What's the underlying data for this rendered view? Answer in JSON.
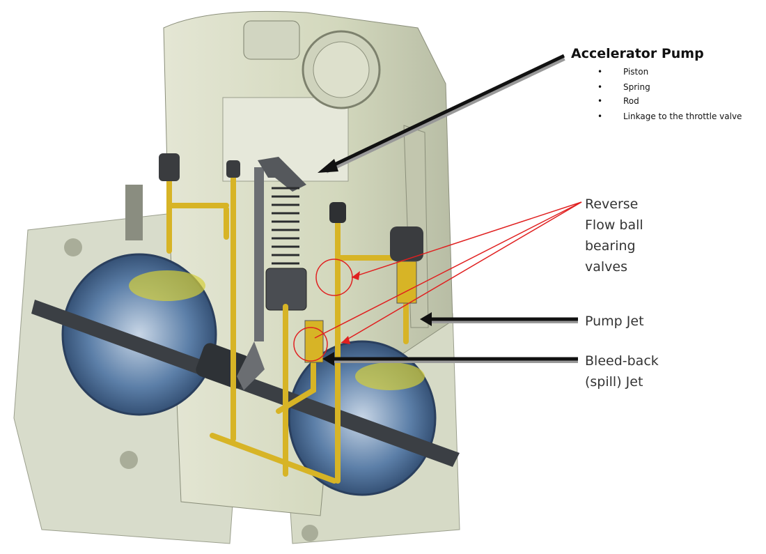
{
  "diagram": {
    "title": "Accelerator Pump",
    "pump_parts": [
      "Piston",
      "Spring",
      "Rod",
      "Linkage to the throttle valve"
    ],
    "labels": {
      "reverse_flow": [
        "Reverse",
        "Flow ball",
        "bearing",
        "valves"
      ],
      "pump_jet": "Pump Jet",
      "bleed_back": [
        "Bleed-back",
        "(spill) Jet"
      ]
    },
    "colors": {
      "body": "#d9ddc4",
      "fuel_passage": "#d7b426",
      "bore": "#3a5a86",
      "red_callout": "#e02020",
      "arrow": "#222222"
    }
  }
}
